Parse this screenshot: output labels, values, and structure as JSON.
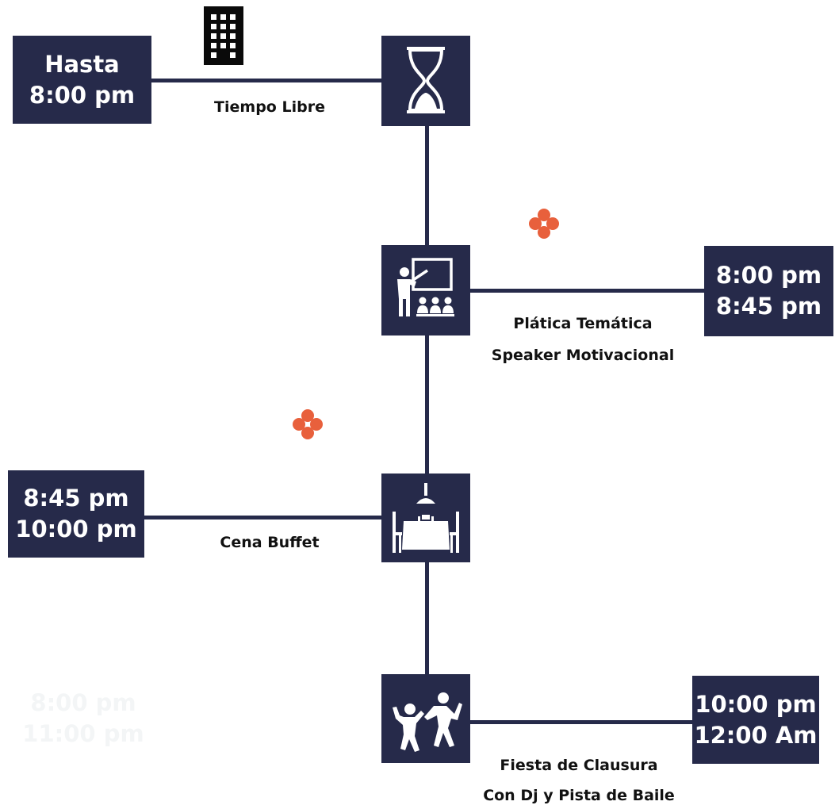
{
  "colors": {
    "navy": "#262a4a",
    "accent": "#e8603c",
    "ghost_text": "#f3f5f6"
  },
  "events": [
    {
      "time_line1": "Hasta",
      "time_line2": "8:00 pm",
      "title": "Tiempo Libre",
      "subtitle": "",
      "icon": "hourglass-icon"
    },
    {
      "time_line1": "8:00 pm",
      "time_line2": "8:45 pm",
      "title": "Plática Temática",
      "subtitle": "Speaker Motivacional",
      "icon": "presentation-icon"
    },
    {
      "time_line1": "8:45 pm",
      "time_line2": "10:00 pm",
      "title": "Cena Buffet",
      "subtitle": "",
      "icon": "dinner-table-icon"
    },
    {
      "time_line1": "10:00 pm",
      "time_line2": "12:00 Am",
      "title": "Fiesta de Clausura",
      "subtitle": "Con Dj y Pista de Baile",
      "icon": "dancing-people-icon"
    }
  ],
  "ghost_time": {
    "line1": "8:00 pm",
    "line2": "11:00 pm"
  },
  "decorations": [
    "building-icon",
    "plus-icon",
    "plus-icon"
  ]
}
